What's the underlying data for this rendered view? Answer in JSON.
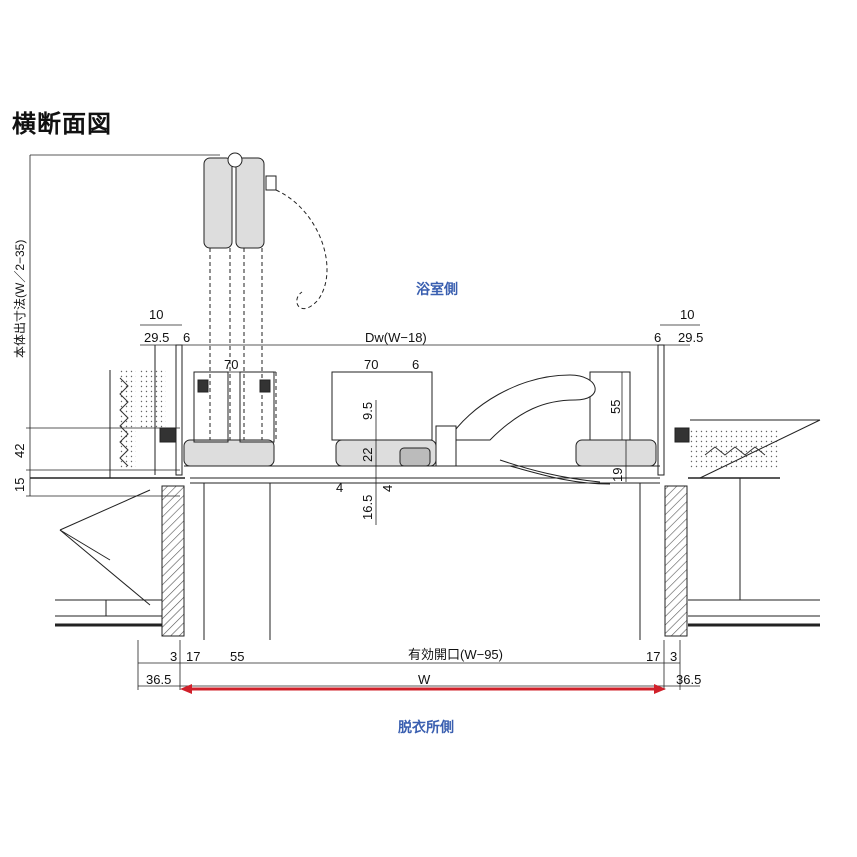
{
  "title": "横断面図",
  "labels": {
    "bath_side": "浴室側",
    "dressing_side": "脱衣所側"
  },
  "dimensions": {
    "left_10": "10",
    "left_29_5": "29.5",
    "left_6": "6",
    "dw": "Dw(W−18)",
    "right_6": "6",
    "right_10": "10",
    "right_29_5": "29.5",
    "left_70": "70",
    "mid_70": "70",
    "mid_6": "6",
    "mid_9_5": "9.5",
    "mid_22": "22",
    "mid_4a": "4",
    "mid_4b": "4",
    "mid_16_5": "16.5",
    "right_55": "55",
    "right_19": "19",
    "vertical_main": "本体出寸法(W／2−35)",
    "left_42": "42",
    "left_15": "15",
    "bottom_3_left": "3",
    "bottom_17_left": "17",
    "bottom_55": "55",
    "opening": "有効開口(W−95)",
    "bottom_17_right": "17",
    "bottom_3_right": "3",
    "bottom_36_5_left": "36.5",
    "w": "W",
    "bottom_36_5_right": "36.5"
  },
  "colors": {
    "line": "#222222",
    "label_blue": "#3a5fb0",
    "w_arrow": "#d0202a",
    "hatch": "#555555"
  }
}
